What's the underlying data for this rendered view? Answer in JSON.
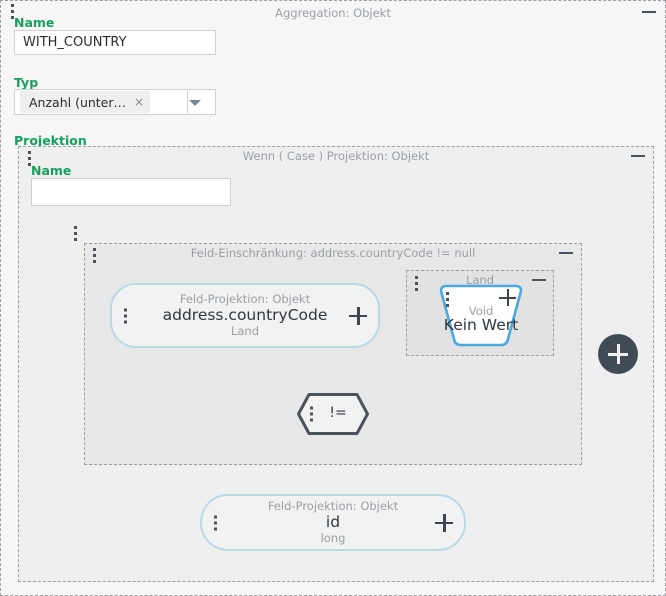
{
  "aggregation": {
    "header_title": "Aggregation: Objekt",
    "collapse_icon": "minimize-icon",
    "name_label": "Name",
    "name_value": "WITH_COUNTRY",
    "type_label": "Typ",
    "type_chip_label": "Anzahl (unter…",
    "type_chip_remove": "×",
    "type_dropdown_icon": "chevron-down-icon",
    "projection_label": "Projektion"
  },
  "case_panel": {
    "header_title": "Wenn ( Case ) Projektion: Objekt",
    "collapse_icon": "minimize-icon",
    "name_label": "Name",
    "name_value": "",
    "name_placeholder": ""
  },
  "constraint_panel": {
    "header_title": "Feld-Einschränkung: address.countryCode != null",
    "collapse_icon": "minimize-icon"
  },
  "land_panel": {
    "header_title": "Land",
    "collapse_icon": "minimize-icon"
  },
  "nodes": {
    "country_code": {
      "title": "Feld-Projektion: Objekt",
      "main": "address.countryCode",
      "sub": "Land",
      "menu_icon": "kebab-menu-icon",
      "add_icon": "plus-icon"
    },
    "void_node": {
      "title": "Void",
      "main": "Kein Wert",
      "menu_icon": "kebab-menu-icon",
      "add_icon": "plus-icon"
    },
    "operator": {
      "symbol": "!=",
      "menu_icon": "kebab-menu-icon"
    },
    "id_node": {
      "title": "Feld-Projektion: Objekt",
      "main": "id",
      "sub": "long",
      "menu_icon": "kebab-menu-icon",
      "add_icon": "plus-icon"
    }
  },
  "add_button": {
    "icon": "plus-icon",
    "label": "+"
  },
  "colors": {
    "accent_green": "#16a05c",
    "node_border": "#b6dbe6",
    "void_border": "#4ba8e0",
    "edge": "#3e4651",
    "panel_dashed": "#9aa0a6",
    "add_button_bg": "#414b56"
  }
}
